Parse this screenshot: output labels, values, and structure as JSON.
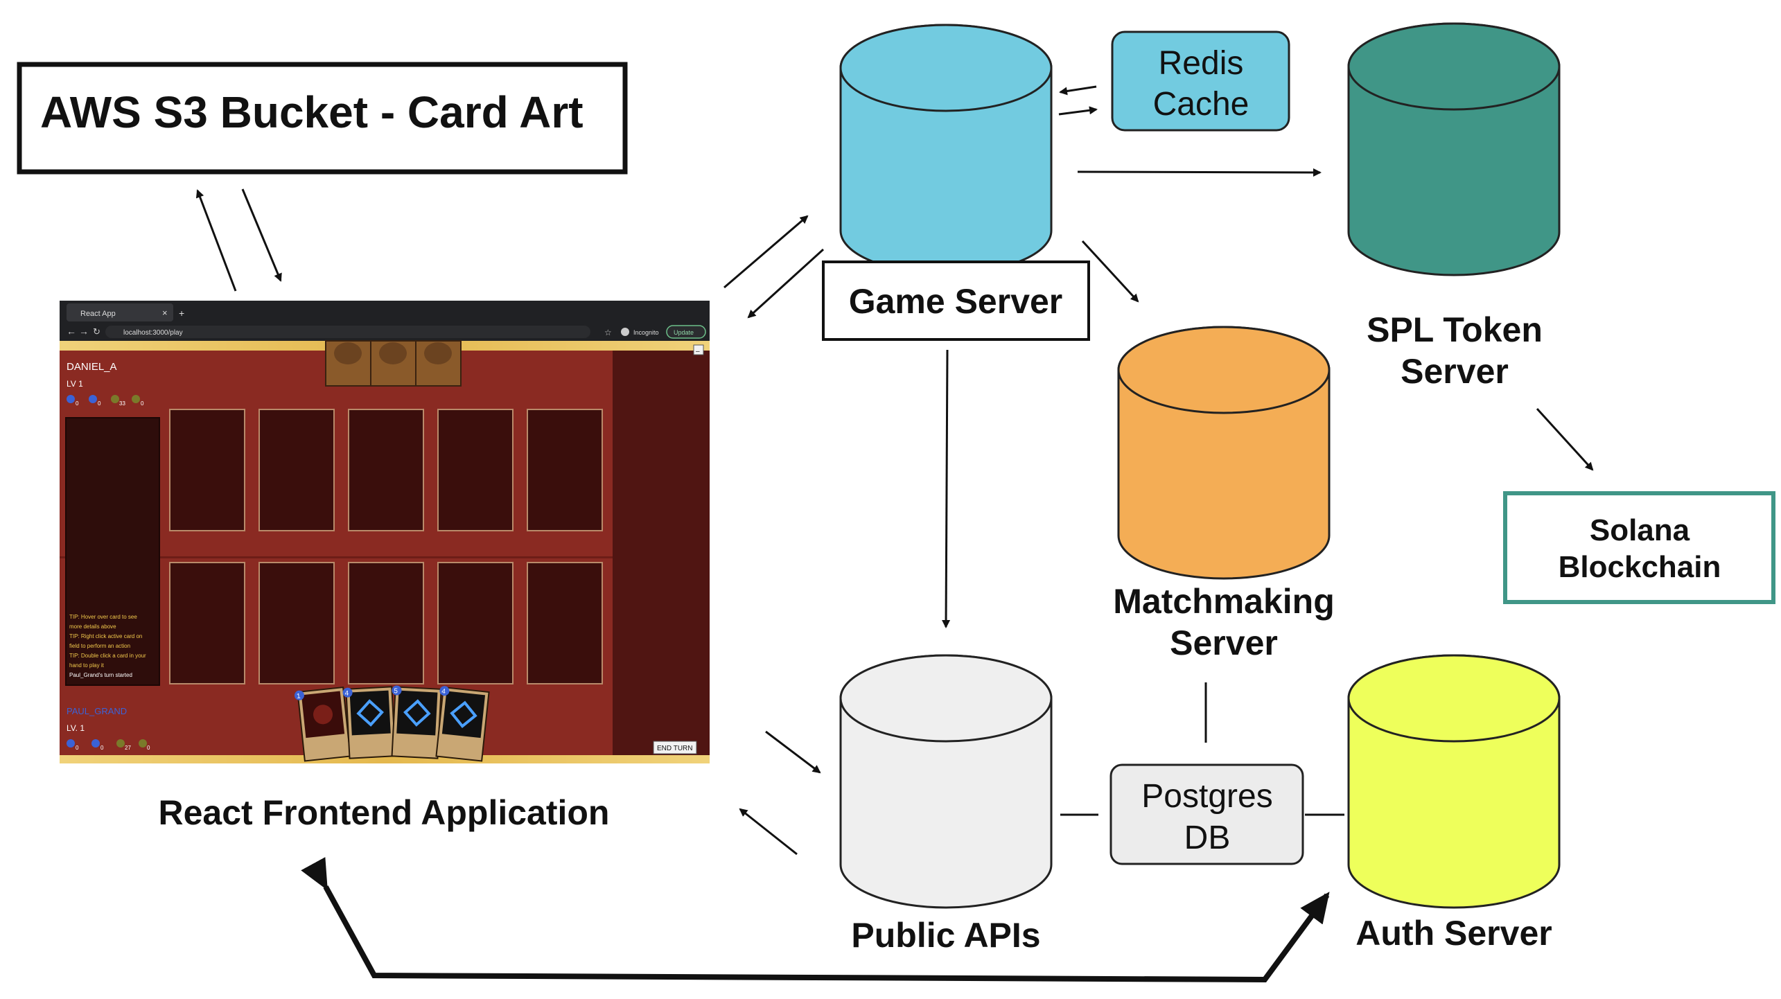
{
  "colors": {
    "game_server": "#72cbe0",
    "redis": "#72cbe0",
    "spl": "#409687",
    "matchmaking": "#f4ad55",
    "public_apis": "#efefef",
    "postgres": "#ececec",
    "auth": "#eeff5b",
    "solana_border": "#409687",
    "board_red": "#8a2a22",
    "board_dark": "#3c0f0d",
    "gold": "#e8c260"
  },
  "nodes": {
    "aws": {
      "label": "AWS S3 Bucket - Card Art"
    },
    "game_server": {
      "label": "Game Server"
    },
    "redis": {
      "line1": "Redis",
      "line2": "Cache"
    },
    "spl": {
      "line1": "SPL Token",
      "line2": "Server"
    },
    "matchmaking": {
      "line1": "Matchmaking",
      "line2": "Server"
    },
    "solana": {
      "line1": "Solana",
      "line2": "Blockchain"
    },
    "public_apis": {
      "label": "Public APIs"
    },
    "postgres": {
      "line1": "Postgres",
      "line2": "DB"
    },
    "auth": {
      "label": "Auth Server"
    },
    "react": {
      "label": "React Frontend Application"
    }
  },
  "screenshot": {
    "tab_title": "React App",
    "tab_close": "×",
    "tab_new": "+",
    "url": "localhost:3000/play",
    "incognito": "Incognito",
    "update_button": "Update",
    "opponent_name": "DANIEL_A",
    "opponent_level": "LV 1",
    "opponent_stats": [
      "0",
      "0",
      "33",
      "0"
    ],
    "player_name": "PAUL_GRAND",
    "player_level": "LV. 1",
    "player_stats": [
      "0",
      "0",
      "27",
      "0"
    ],
    "tips": [
      "TIP: Hover over card to see",
      "more details above",
      "TIP: Right click active card on",
      "field to perform an action",
      "TIP: Double click a card in your",
      "hand to play it",
      "Paul_Grand's turn started"
    ],
    "hand_costs": [
      "1",
      "4",
      "5",
      "4"
    ],
    "end_turn": "END TURN",
    "minimize": "–"
  }
}
